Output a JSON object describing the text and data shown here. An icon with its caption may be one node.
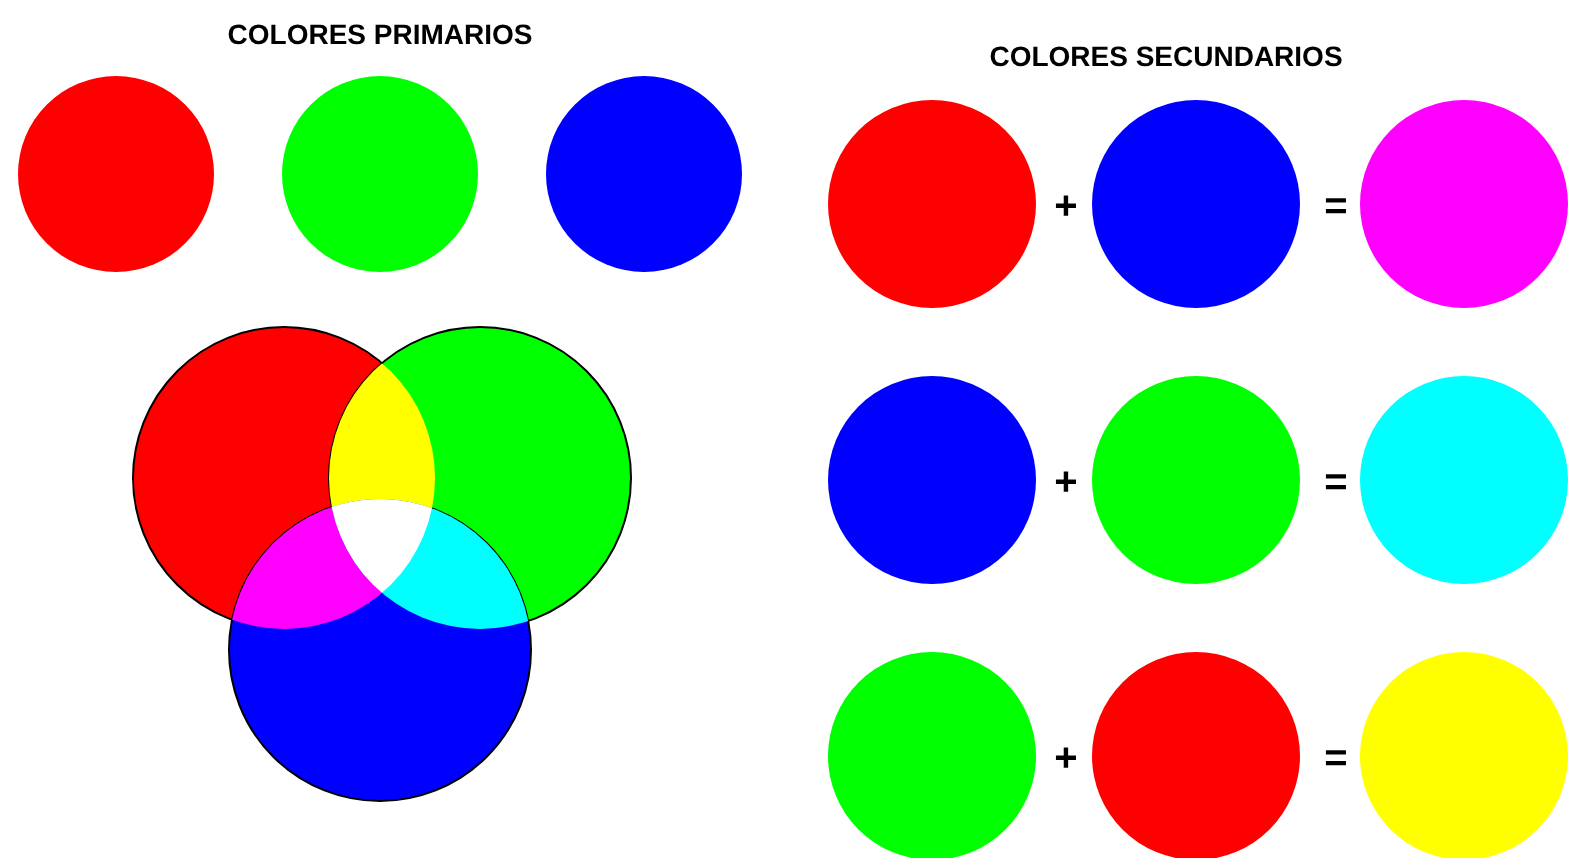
{
  "diagram": {
    "nodes": [
      {
        "text": [],
        "shape": "circle"
      },
      {
        "text": [],
        "shape": "circle"
      },
      {
        "text": [],
        "shape": "circle"
      },
      {
        "text": [],
        "shape": "picture"
      },
      {
        "text": [],
        "shape": "circle"
      },
      {
        "text": [],
        "shape": "circle"
      },
      {
        "text": [],
        "shape": "circle"
      },
      {
        "text": [],
        "shape": "circle"
      },
      {
        "text": [],
        "shape": "circle"
      },
      {
        "text": [],
        "shape": "circle"
      },
      {
        "text": [],
        "shape": "circle"
      },
      {
        "text": [],
        "shape": "circle"
      },
      {
        "text": [],
        "shape": "circle"
      }
    ],
    "labels": [
      "COLORES PRIMARIOS",
      "COLORES SECUNDARIOS",
      "+",
      "=",
      "+",
      "=",
      "+",
      "="
    ]
  }
}
